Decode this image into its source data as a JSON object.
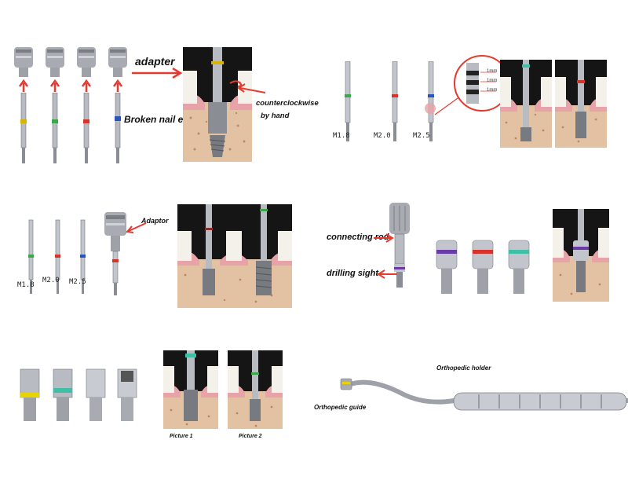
{
  "colors": {
    "arrow": "#e53a2f",
    "gold": "#d8b400",
    "green": "#3aa84a",
    "red": "#d8332b",
    "blue": "#2a55b8",
    "teal": "#3fbfa5",
    "purple": "#6a3aa8",
    "yellow": "#e8d400",
    "steel": "#b8bcc2",
    "steel_dark": "#6f747b",
    "bone": "#e3c2a3",
    "gum": "#e8a3a8",
    "panel_bg": "#1a1a1a"
  },
  "section1": {
    "adapter_label": "adapter",
    "extractor_label": "Broken nail extractor",
    "hand_label_line1": "counterclockwise",
    "hand_label_line2": "by hand"
  },
  "section2": {
    "size_labels": [
      "M1.8",
      "M2.0",
      "M2.5"
    ],
    "scale_labels": [
      "1mm",
      "1mm",
      "1mm"
    ]
  },
  "section3": {
    "adaptor_label": "Adaptor",
    "size_labels": [
      "M1.8",
      "M2.0",
      "M2.5"
    ]
  },
  "section4": {
    "connecting_rod_label": "connecting rod",
    "drilling_sight_label": "drilling sight"
  },
  "section5": {
    "picture1_label": "Picture 1",
    "picture2_label": "Picture 2"
  },
  "section6": {
    "holder_label": "Orthopedic holder",
    "guide_label": "Orthopedic guide"
  }
}
